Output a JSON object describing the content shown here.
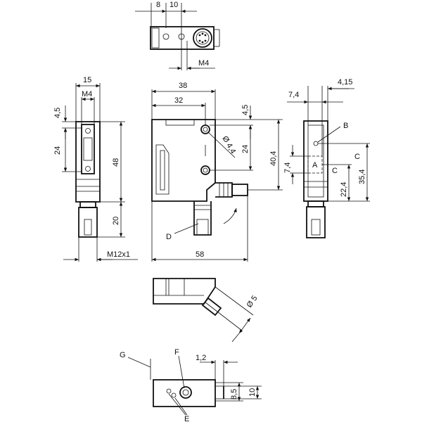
{
  "dimensions": {
    "top_8": "8",
    "top_10": "10",
    "top_m4": "M4",
    "left_15": "15",
    "left_m4": "M4",
    "left_4_5": "4,5",
    "left_24": "24",
    "left_48": "48",
    "left_20": "20",
    "left_m12x1": "M12x1",
    "front_38": "38",
    "front_32": "32",
    "front_dia_4_4": "Ø 4,4",
    "front_4_5": "4,5",
    "front_24": "24",
    "front_40_4": "40,4",
    "front_58": "58",
    "right_7_4_top": "7,4",
    "right_4_15": "4,15",
    "right_7_4_side": "7,4",
    "right_22_4": "22,4",
    "right_35_4": "35,4",
    "bottom_dia_5": "Ø 5",
    "detail_1_2": "1,2",
    "detail_8_5": "8,5",
    "detail_10": "10"
  },
  "labels": {
    "a": "A",
    "b": "B",
    "c_inner": "C",
    "c_outer": "C",
    "d": "D",
    "e": "E",
    "f": "F",
    "g": "G"
  }
}
